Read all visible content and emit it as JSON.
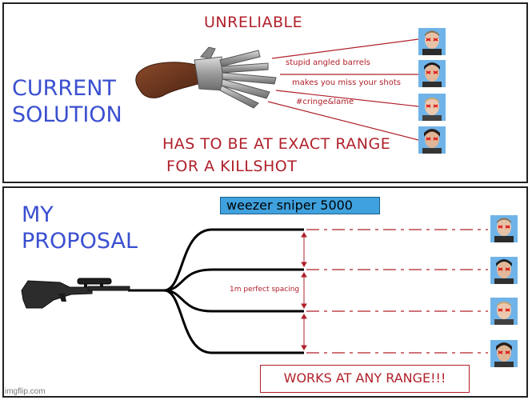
{
  "top": {
    "left_label": "CURRENT\n SOLUTION",
    "header": "UNRELIABLE",
    "callouts": [
      "stupid angled barrels",
      "makes you miss your shots",
      "#cringe&lame"
    ],
    "footer_line1": "HAS TO BE AT EXACT RANGE",
    "footer_line2": "FOR A KILLSHOT"
  },
  "bottom": {
    "left_label": "MY\nPROPOSAL",
    "product_name": "weezer sniper 5000",
    "spacing_label": "1m perfect spacing",
    "tagline": "WORKS AT ANY RANGE!!!"
  },
  "watermark": "imgflip.com",
  "colors": {
    "blue_text": "#3a4fd0",
    "red_text": "#b0202a",
    "badge_bg": "#3fa1dd"
  },
  "icons": [
    "duck-foot-pistol-icon",
    "sniper-rifle-icon",
    "face-photo-icon"
  ]
}
